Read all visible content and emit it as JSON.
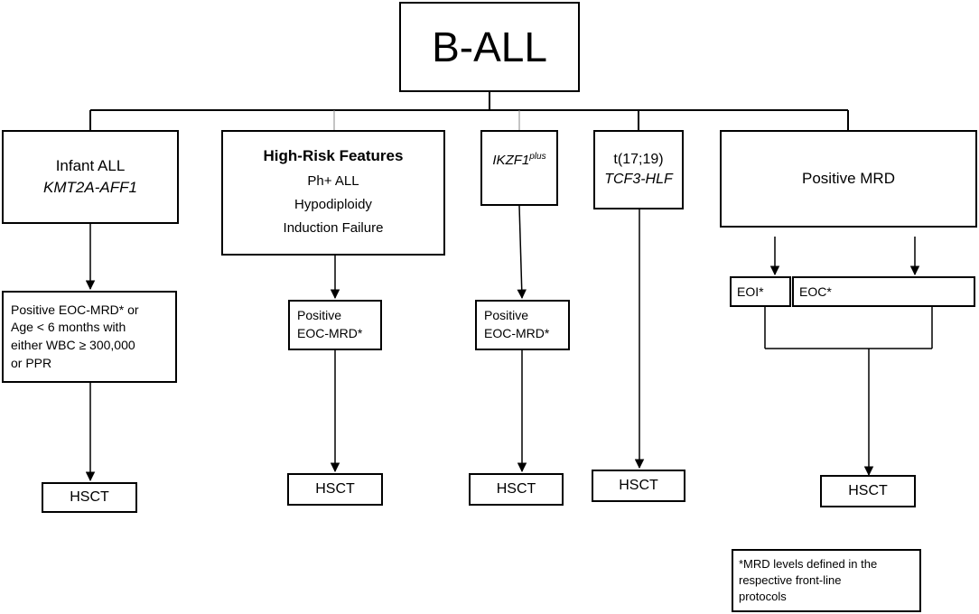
{
  "root": {
    "label": "B-ALL"
  },
  "branches": {
    "infant": {
      "title": "Infant ALL",
      "subtitle": "KMT2A-AFF1",
      "criteria": [
        "Positive EOC-MRD* or",
        "Age < 6 months with",
        "either WBC ≥ 300,000",
        "or PPR"
      ],
      "outcome": "HSCT"
    },
    "high_risk": {
      "title": "High-Risk Features",
      "items": [
        "Ph+ ALL",
        "Hypodiploidy",
        "Induction Failure"
      ],
      "criteria": [
        "Positive",
        "EOC-MRD*"
      ],
      "outcome": "HSCT"
    },
    "ikzf1": {
      "title": "IKZF1",
      "title_sup": "plus",
      "criteria": [
        "Positive",
        "EOC-MRD*"
      ],
      "outcome": "HSCT"
    },
    "tcf3": {
      "title": "t(17;19)",
      "subtitle": "TCF3-HLF",
      "outcome": "HSCT"
    },
    "mrd": {
      "title": "Positive MRD",
      "eoi": "EOI*",
      "eoc": "EOC*",
      "outcome": "HSCT"
    }
  },
  "footnote": [
    "*MRD levels defined in the",
    "respective front-line",
    "protocols"
  ]
}
